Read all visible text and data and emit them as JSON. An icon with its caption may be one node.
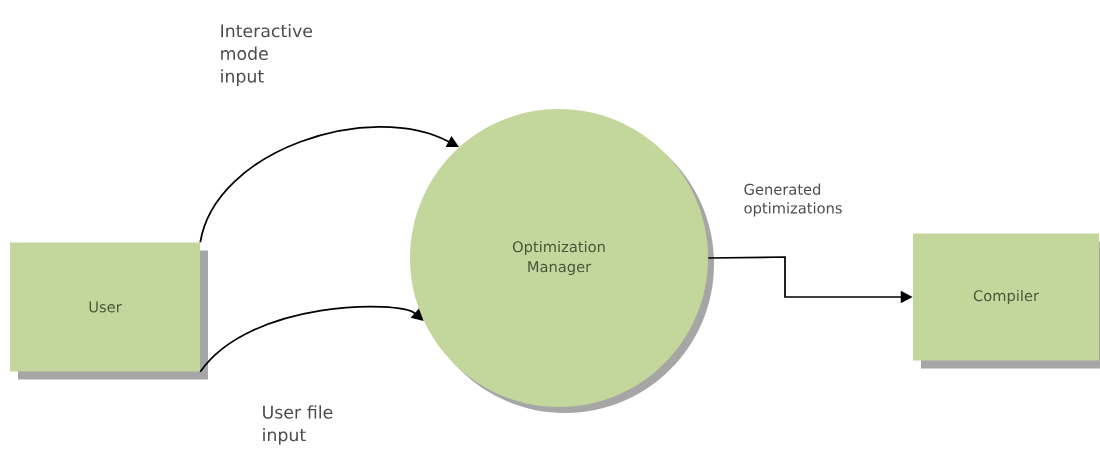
{
  "diagram": {
    "nodes": [
      {
        "text": [
          "User"
        ]
      },
      {
        "text": [
          "Optimization Manager"
        ]
      },
      {
        "text": [
          "Compiler"
        ]
      }
    ],
    "edges": [
      {
        "from": 0,
        "to": 1,
        "arrow": "to",
        "label": "Interactive mode input"
      },
      {
        "from": 0,
        "to": 1,
        "arrow": "to",
        "label": "User file input"
      },
      {
        "from": 1,
        "to": 2,
        "arrow": "to",
        "label": "Generated optimizations"
      }
    ]
  }
}
